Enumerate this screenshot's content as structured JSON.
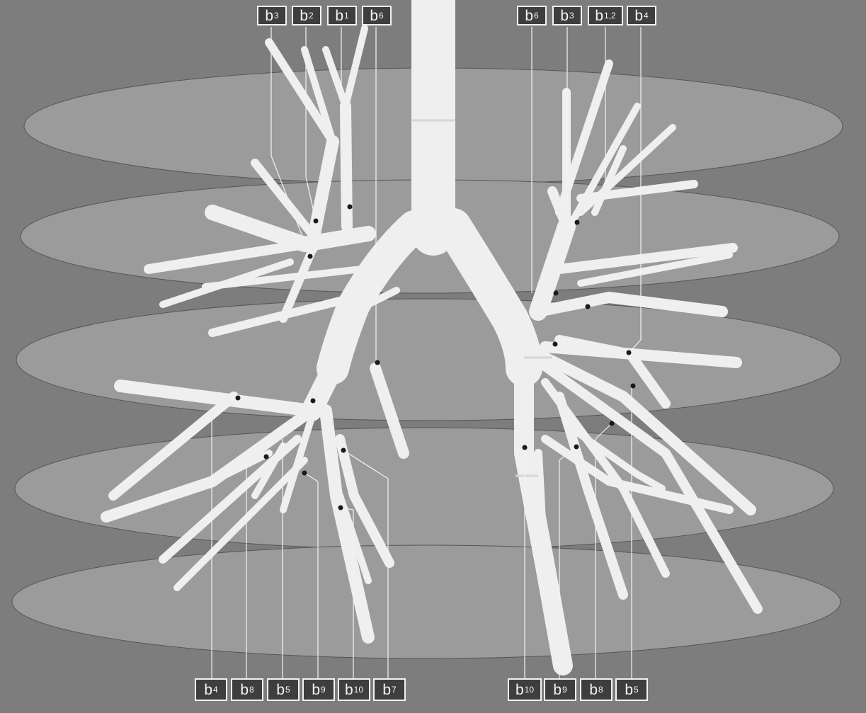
{
  "diagram": {
    "top_left_labels": [
      {
        "base": "b",
        "sub": "3"
      },
      {
        "base": "b",
        "sub": "2"
      },
      {
        "base": "b",
        "sub": "1"
      },
      {
        "base": "b",
        "sub": "6"
      }
    ],
    "top_right_labels": [
      {
        "base": "b",
        "sub": "6"
      },
      {
        "base": "b",
        "sub": "3"
      },
      {
        "base": "b",
        "sub": "1,2"
      },
      {
        "base": "b",
        "sub": "4"
      }
    ],
    "bottom_left_labels": [
      {
        "base": "b",
        "sub": "4"
      },
      {
        "base": "b",
        "sub": "8"
      },
      {
        "base": "b",
        "sub": "5"
      },
      {
        "base": "b",
        "sub": "9"
      },
      {
        "base": "b",
        "sub": "10"
      },
      {
        "base": "b",
        "sub": "7"
      }
    ],
    "bottom_right_labels": [
      {
        "base": "b",
        "sub": "10"
      },
      {
        "base": "b",
        "sub": "9"
      },
      {
        "base": "b",
        "sub": "8"
      },
      {
        "base": "b",
        "sub": "5"
      }
    ],
    "colors": {
      "background": "#7c7c7c",
      "plane": "#9b9b9b",
      "airway": "#efefef",
      "label_box": "#3e3e3e",
      "label_text": "#f4f4f4"
    }
  }
}
